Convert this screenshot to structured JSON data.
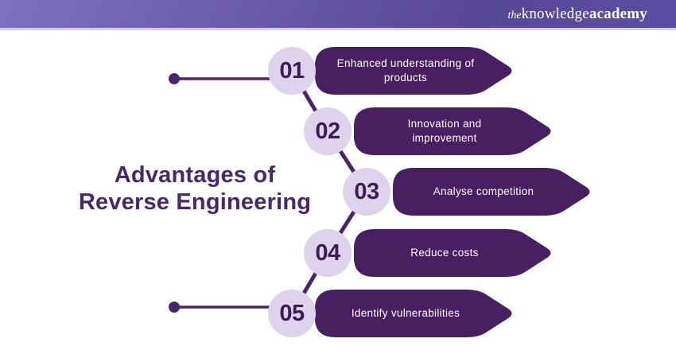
{
  "header": {
    "logo_the": "the",
    "logo_knowledge": "knowledge",
    "logo_academy": "academy"
  },
  "title": {
    "line1": "Advantages of",
    "line2": "Reverse Engineering"
  },
  "items": [
    {
      "number": "01",
      "label": "Enhanced understanding of products"
    },
    {
      "number": "02",
      "label": "Innovation and improvement"
    },
    {
      "number": "03",
      "label": "Analyse competition"
    },
    {
      "number": "04",
      "label": "Reduce costs"
    },
    {
      "number": "05",
      "label": "Identify vulnerabilities"
    }
  ],
  "colors": {
    "banner_fill": "#481f61",
    "banner_text": "#ffffff",
    "circle_fill": "#ded2ec",
    "number_color": "#3a1d52",
    "connector_color": "#4b2567",
    "title_color": "#4a2768",
    "header_grad_1": "#8070c0",
    "header_grad_2": "#584798",
    "separator_color": "#d5cde8",
    "background": "#ffffff"
  }
}
